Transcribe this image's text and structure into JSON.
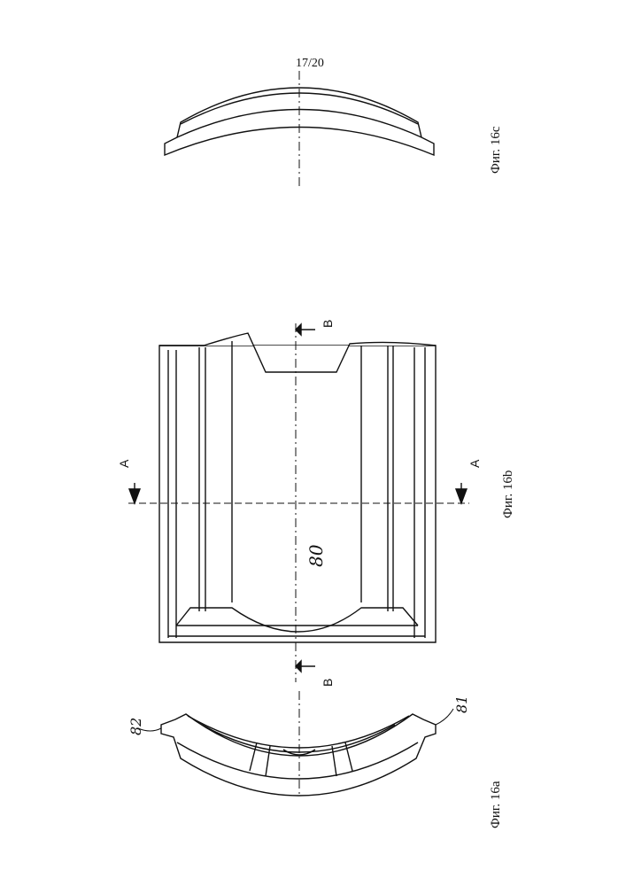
{
  "page": {
    "number": "17/20"
  },
  "figures": [
    {
      "id": "16a",
      "caption": "Фиг. 16a"
    },
    {
      "id": "16b",
      "caption": "Фиг. 16b"
    },
    {
      "id": "16c",
      "caption": "Фиг. 16c"
    }
  ],
  "section_markers": {
    "a_top": "A",
    "a_bottom": "A",
    "b_top": "B",
    "b_bottom": "B"
  },
  "handwritten_refs": {
    "left": "82",
    "right": "81",
    "center": "80"
  }
}
